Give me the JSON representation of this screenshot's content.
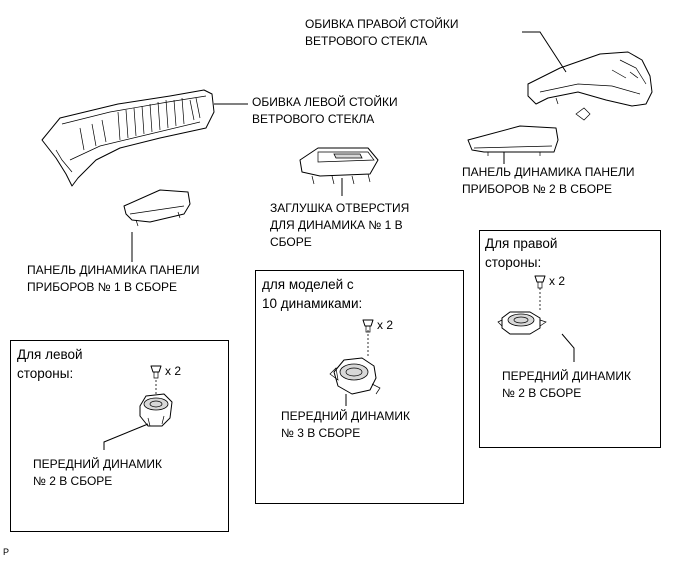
{
  "labels": {
    "right_pillar": [
      "ОБИВКА ПРАВОЙ СТОЙКИ",
      "ВЕТРОВОГО СТЕКЛА"
    ],
    "left_pillar": [
      "ОБИВКА ЛЕВОЙ СТОЙКИ",
      "ВЕТРОВОГО СТЕКЛА"
    ],
    "panel_no2": [
      "ПАНЕЛЬ ДИНАМИКА ПАНЕЛИ",
      "ПРИБОРОВ № 2 В СБОРЕ"
    ],
    "plug_no1": [
      "ЗАГЛУШКА ОТВЕРСТИЯ",
      "ДЛЯ ДИНАМИКА № 1 В",
      "СБОРЕ"
    ],
    "panel_no1": [
      "ПАНЕЛЬ ДИНАМИКА ПАНЕЛИ",
      "ПРИБОРОВ № 1 В СБОРЕ"
    ]
  },
  "boxes": {
    "left_side": {
      "title": [
        "Для левой",
        "стороны:"
      ],
      "qty": "x 2",
      "part": [
        "ПЕРЕДНИЙ ДИНАМИК",
        "№ 2 В СБОРЕ"
      ]
    },
    "ten_speakers": {
      "title": [
        "для моделей с",
        "10 динамиками:"
      ],
      "qty": "x 2",
      "part": [
        "ПЕРЕДНИЙ ДИНАМИК",
        "№ 3 В СБОРЕ"
      ]
    },
    "right_side": {
      "title": [
        "Для правой",
        "стороны:"
      ],
      "qty": "x 2",
      "part": [
        "ПЕРЕДНИЙ ДИНАМИК",
        "№ 2 В СБОРЕ"
      ]
    }
  },
  "footer_code": "P"
}
